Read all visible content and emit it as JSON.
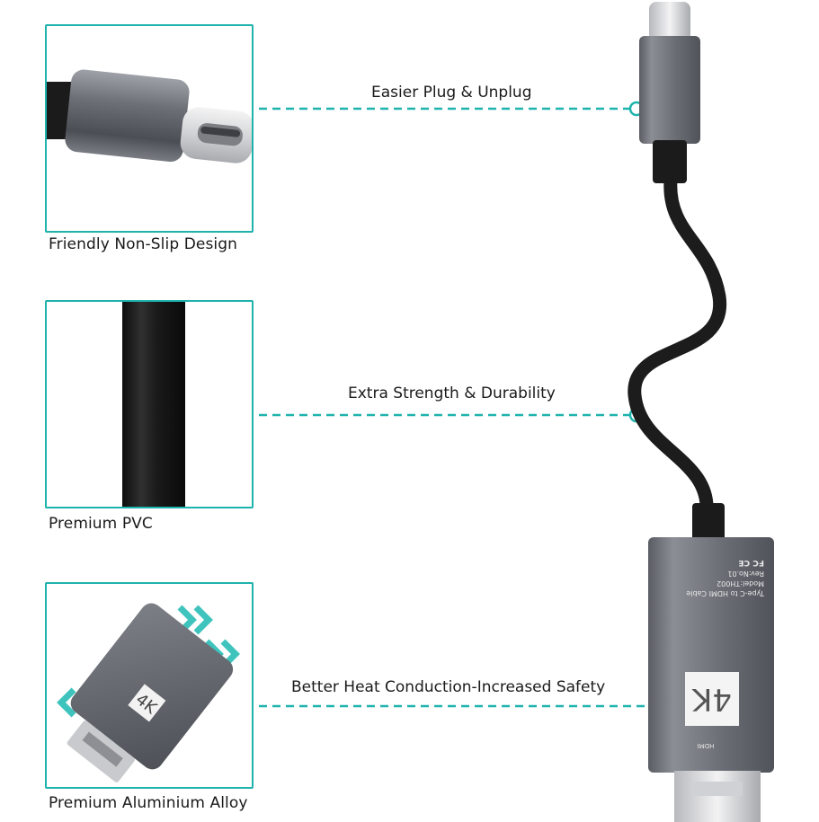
{
  "captions": {
    "panel1": "Friendly Non-Slip Design",
    "panel2": "Premium PVC",
    "panel3": "Premium Aluminium Alloy"
  },
  "features": {
    "f1": "Easier Plug & Unplug",
    "f2": "Extra Strength & Durability",
    "f3": "Better Heat Conduction-Increased Safety"
  },
  "adapter": {
    "cert": "FC CE",
    "line1": "Type-C to HDMI Cable",
    "line2": "Model:TH002",
    "line3": "Rev:No.01",
    "badge": "4K",
    "port": "HDMI"
  },
  "colors": {
    "accent": "#1fb3ad",
    "aluminium": "#6e7178",
    "cable": "#1c1c1c"
  }
}
